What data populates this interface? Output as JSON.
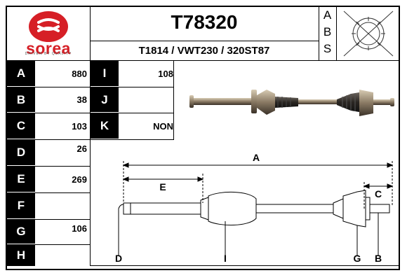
{
  "header": {
    "brand": "sorea",
    "tagline": "DRIVEN BY QUALITY",
    "part_number": "T78320",
    "cross_refs": "T1814 / VWT230 / 320ST87",
    "abs_letters": [
      "A",
      "B",
      "S"
    ]
  },
  "specs_left": [
    {
      "label": "A",
      "value": "880"
    },
    {
      "label": "B",
      "value": "38"
    },
    {
      "label": "C",
      "value": "103"
    },
    {
      "label": "D",
      "value": "26"
    },
    {
      "label": "E",
      "value": "269"
    },
    {
      "label": "F",
      "value": ""
    },
    {
      "label": "G",
      "value": "106"
    },
    {
      "label": "H",
      "value": ""
    }
  ],
  "specs_mid": [
    {
      "label": "I",
      "value": "108"
    },
    {
      "label": "J",
      "value": ""
    },
    {
      "label": "K",
      "value": "NON"
    }
  ],
  "diagram": {
    "labels": {
      "A": "A",
      "E": "E",
      "C": "C",
      "D": "D",
      "I": "I",
      "G": "G",
      "B": "B"
    }
  },
  "colors": {
    "brand_red": "#d61f26",
    "ink": "#000000",
    "metal_dark": "#3a3128",
    "metal_light": "#b8a890"
  }
}
